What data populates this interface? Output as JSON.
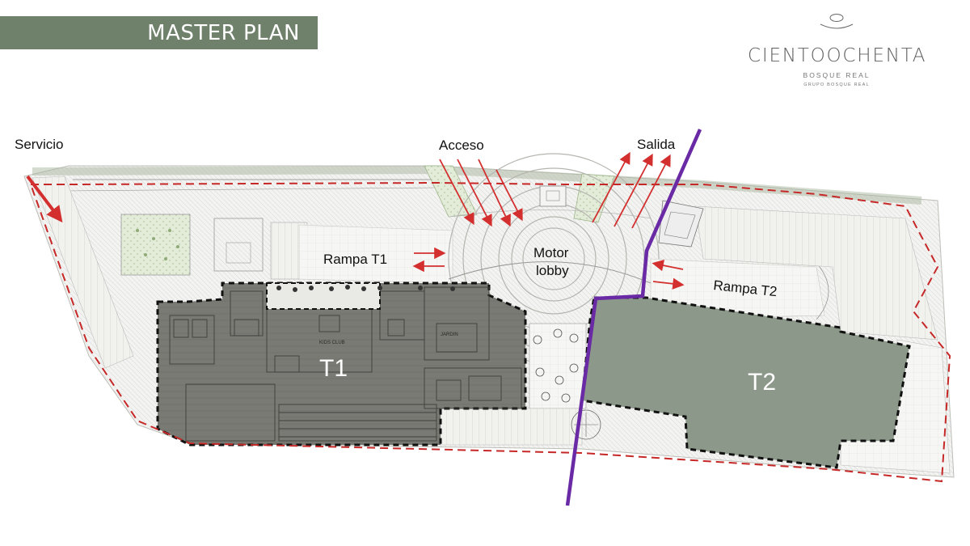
{
  "header": {
    "title": "MASTER PLAN"
  },
  "logo": {
    "name": "CIENTOOCHENTA",
    "line1": "BOSQUE REAL",
    "line2": "GRUPO BOSQUE REAL"
  },
  "labels": {
    "servicio": "Servicio",
    "acceso": "Acceso",
    "salida": "Salida",
    "rampa_t1": "Rampa T1",
    "motor_lobby_1": "Motor",
    "motor_lobby_2": "lobby",
    "rampa_t2": "Rampa T2",
    "t1": "T1",
    "t2": "T2",
    "kids_club": "KIDS CLUB",
    "jardin": "JARDIN"
  },
  "colors": {
    "title_bg": "#6f806b",
    "t1_fill": "#7a7a74",
    "t2_fill": "#8c9889",
    "boundary": "#c62828",
    "arrow": "#d32f2f",
    "divider": "#6a2aa5"
  }
}
